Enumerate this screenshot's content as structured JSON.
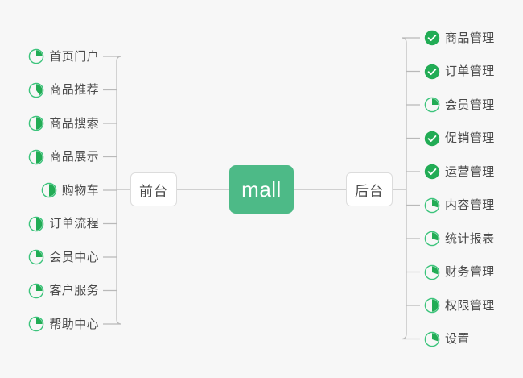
{
  "diagram": {
    "type": "mind-map",
    "background_color": "#f7f7f7",
    "root": {
      "label": "mall",
      "fill_color": "#4dba87",
      "text_color": "#ffffff"
    },
    "branches": [
      {
        "id": "frontend",
        "label": "前台",
        "side": "left",
        "items": [
          {
            "label": "首页门户",
            "status": "progress",
            "percent": 25
          },
          {
            "label": "商品推荐",
            "status": "progress",
            "percent": 40
          },
          {
            "label": "商品搜索",
            "status": "progress",
            "percent": 50
          },
          {
            "label": "商品展示",
            "status": "progress",
            "percent": 50
          },
          {
            "label": "购物车",
            "status": "progress",
            "percent": 50
          },
          {
            "label": "订单流程",
            "status": "progress",
            "percent": 50
          },
          {
            "label": "会员中心",
            "status": "progress",
            "percent": 25
          },
          {
            "label": "客户服务",
            "status": "progress",
            "percent": 25
          },
          {
            "label": "帮助中心",
            "status": "progress",
            "percent": 25
          }
        ]
      },
      {
        "id": "backend",
        "label": "后台",
        "side": "right",
        "items": [
          {
            "label": "商品管理",
            "status": "done",
            "percent": 100
          },
          {
            "label": "订单管理",
            "status": "done",
            "percent": 100
          },
          {
            "label": "会员管理",
            "status": "progress",
            "percent": 25
          },
          {
            "label": "促销管理",
            "status": "done",
            "percent": 100
          },
          {
            "label": "运营管理",
            "status": "done",
            "percent": 100
          },
          {
            "label": "内容管理",
            "status": "progress",
            "percent": 30
          },
          {
            "label": "统计报表",
            "status": "progress",
            "percent": 30
          },
          {
            "label": "财务管理",
            "status": "progress",
            "percent": 30
          },
          {
            "label": "权限管理",
            "status": "progress",
            "percent": 50
          },
          {
            "label": "设置",
            "status": "progress",
            "percent": 30
          }
        ]
      }
    ],
    "colors": {
      "done_fill": "#22ac55",
      "done_check": "#ffffff",
      "progress_ring": "#3cc47c",
      "progress_fill": "#22ac55",
      "connector": "#b9b9b9",
      "label_text": "#4a4a4a",
      "branch_border": "#dcdcdc"
    }
  }
}
